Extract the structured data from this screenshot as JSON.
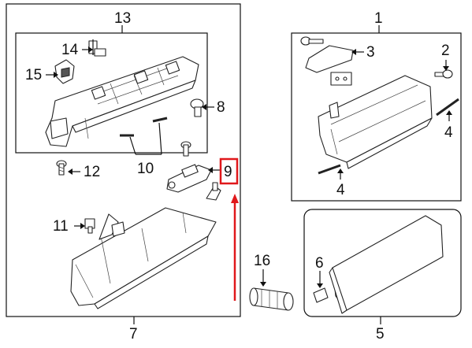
{
  "diagram": {
    "callouts": {
      "c1": "1",
      "c2": "2",
      "c3": "3",
      "c4a": "4",
      "c4b": "4",
      "c5": "5",
      "c6": "6",
      "c7": "7",
      "c8": "8",
      "c9": "9",
      "c10": "10",
      "c11": "11",
      "c12": "12",
      "c13": "13",
      "c14": "14",
      "c15": "15",
      "c16": "16"
    },
    "colors": {
      "line": "#111111",
      "highlight": "#e0181b",
      "background": "#ffffff"
    },
    "highlighted_callout": "9"
  }
}
